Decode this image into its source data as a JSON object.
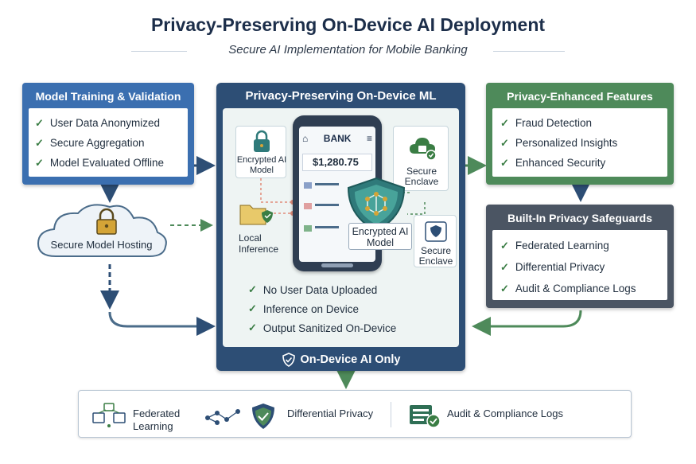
{
  "title": "Privacy-Preserving On-Device AI Deployment",
  "subtitle": "Secure AI Implementation for Mobile Banking",
  "left_panel": {
    "title": "Model Training & Validation",
    "items": [
      "User Data Anonymized",
      "Secure Aggregation",
      "Model Evaluated Offline"
    ]
  },
  "cloud": {
    "label": "Secure Model Hosting"
  },
  "center_panel": {
    "title": "Privacy-Preserving On-Device ML",
    "encrypted_model_label": "Encrypted AI Model",
    "local_inference_label": "Local Inference",
    "secure_enclave_top": "Secure Enclave",
    "secure_enclave_bottom": "Secure Enclave",
    "phone": {
      "bank_label": "BANK",
      "balance": "$1,280.75",
      "chip_label": "Encrypted AI Model"
    },
    "items": [
      "No User Data Uploaded",
      "Inference on Device",
      "Output Sanitized On-Device"
    ],
    "footer": "On-Device AI Only"
  },
  "right_top_panel": {
    "title": "Privacy-Enhanced Features",
    "items": [
      "Fraud Detection",
      "Personalized Insights",
      "Enhanced Security"
    ]
  },
  "right_bottom_panel": {
    "title": "Built-In Privacy Safeguards",
    "items": [
      "Federated Learning",
      "Differential Privacy",
      "Audit & Compliance Logs"
    ]
  },
  "bottom_bar": {
    "items": [
      "Federated Learning",
      "Differential Privacy",
      "Audit & Compliance Logs"
    ]
  },
  "colors": {
    "blue": "#3b6fb0",
    "navy": "#2d4e75",
    "green": "#4e8a5a",
    "slate": "#4b5563",
    "check_green": "#3a7d44"
  }
}
